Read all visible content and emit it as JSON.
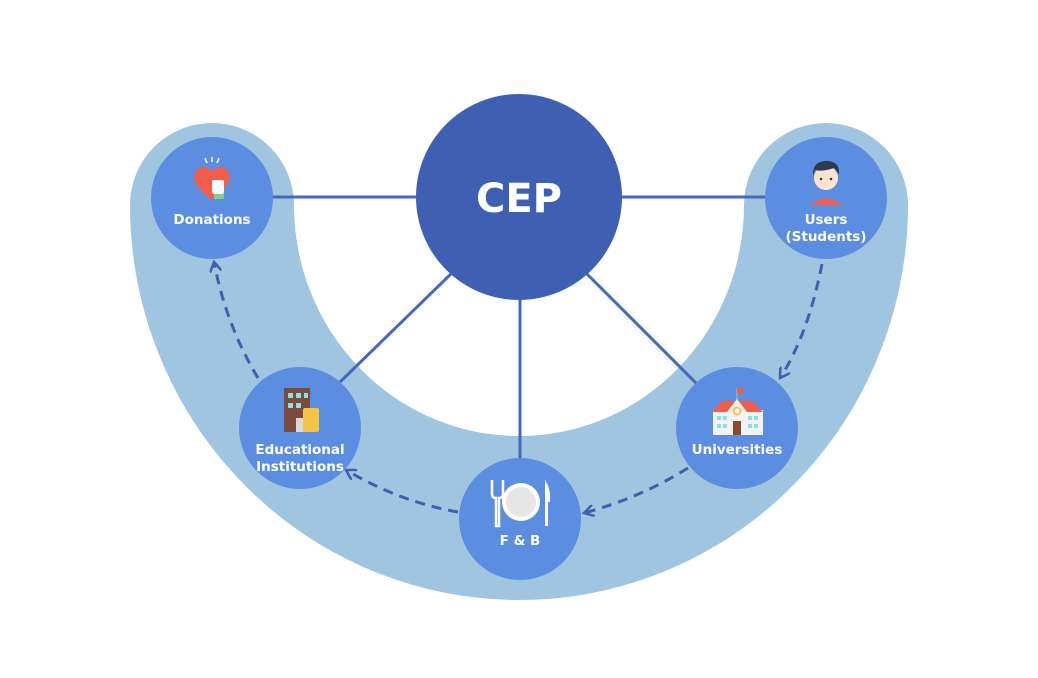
{
  "center": {
    "label": "CEP"
  },
  "nodes": {
    "donations": {
      "label": "Donations",
      "icon": "heart-hand-icon"
    },
    "users": {
      "line1": "Users",
      "line2": "(Students)",
      "icon": "student-avatar-icon"
    },
    "universities": {
      "label": "Universities",
      "icon": "school-building-icon"
    },
    "fnb": {
      "label": "F & B",
      "icon": "plate-cutlery-icon"
    },
    "educational": {
      "line1": "Educational",
      "line2": "Institutions",
      "icon": "office-building-icon"
    }
  },
  "colors": {
    "band": "#9FC5E0",
    "center": "#3F60B2",
    "node": "#5B8EE0",
    "line": "#4468BC"
  }
}
